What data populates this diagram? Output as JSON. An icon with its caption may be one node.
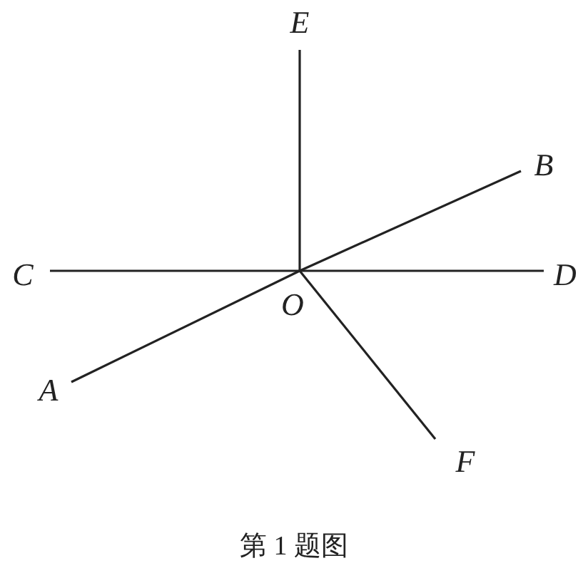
{
  "diagram": {
    "caption": "第 1 题图",
    "nodes": [
      {
        "text": [
          "E"
        ]
      },
      {
        "text": [
          "B"
        ]
      },
      {
        "text": [
          "C"
        ]
      },
      {
        "text": [
          "O"
        ]
      },
      {
        "text": [
          "D"
        ]
      },
      {
        "text": [
          "A"
        ]
      },
      {
        "text": [
          "F"
        ]
      }
    ],
    "edges": [
      {
        "from": 3,
        "to": 0,
        "arrow": "none"
      },
      {
        "from": 3,
        "to": 1,
        "arrow": "none"
      },
      {
        "from": 3,
        "to": 2,
        "arrow": "none"
      },
      {
        "from": 3,
        "to": 4,
        "arrow": "none"
      },
      {
        "from": 3,
        "to": 5,
        "arrow": "none"
      },
      {
        "from": 3,
        "to": 6,
        "arrow": "none"
      }
    ]
  }
}
